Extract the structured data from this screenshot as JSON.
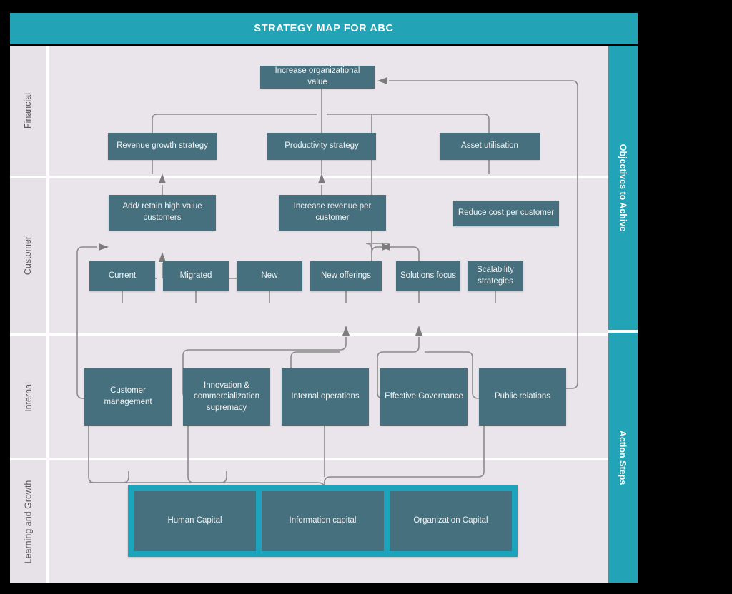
{
  "header": {
    "title": "STRATEGY MAP FOR ABC",
    "bar_color": "#22a3b6"
  },
  "theme": {
    "node_fill": "#46707e",
    "accent_teal": "#1ba4bb",
    "band_bg": "#e9e5ea",
    "label_bg": "#e6e2e7",
    "connector": "#8b8b8b",
    "page_bg": "#000000"
  },
  "perspectives": [
    {
      "label": "Financial"
    },
    {
      "label": "Customer"
    },
    {
      "label": "Internal"
    },
    {
      "label": "Learning and Growth"
    }
  ],
  "sidebar": {
    "bands": [
      {
        "label": "Objectives to Achive"
      },
      {
        "label": "Action Steps"
      }
    ]
  },
  "nodes": {
    "financial": [
      {
        "id": "increase-organizational-value",
        "label": "Increase organizational value"
      },
      {
        "id": "revenue-growth-strategy",
        "label": "Revenue growth strategy"
      },
      {
        "id": "productivity-strategy",
        "label": "Productivity strategy"
      },
      {
        "id": "asset-utilisation",
        "label": "Asset utilisation"
      }
    ],
    "customer": [
      {
        "id": "add-retain-high-value-customers",
        "label": "Add/ retain high value customers"
      },
      {
        "id": "increase-revenue-per-customer",
        "label": "Increase revenue per customer"
      },
      {
        "id": "reduce-cost-per-customer",
        "label": "Reduce cost per customer"
      },
      {
        "id": "current",
        "label": "Current"
      },
      {
        "id": "migrated",
        "label": "Migrated"
      },
      {
        "id": "new",
        "label": "New"
      },
      {
        "id": "new-offerings",
        "label": "New offerings"
      },
      {
        "id": "solutions-focus",
        "label": "Solutions focus"
      },
      {
        "id": "scalability-strategies",
        "label": "Scalability strategies"
      }
    ],
    "internal": [
      {
        "id": "customer-management",
        "label": "Customer management"
      },
      {
        "id": "innovation-commercialization-supremacy",
        "label": "Innovation & commercialization supremacy"
      },
      {
        "id": "internal-operations",
        "label": "Internal operations"
      },
      {
        "id": "effective-governance",
        "label": "Effective Governance"
      },
      {
        "id": "public-relations",
        "label": "Public relations"
      }
    ],
    "learning": [
      {
        "id": "human-capital",
        "label": "Human Capital"
      },
      {
        "id": "information-capital",
        "label": "Information capital"
      },
      {
        "id": "organization-capital",
        "label": "Organization Capital"
      }
    ]
  }
}
